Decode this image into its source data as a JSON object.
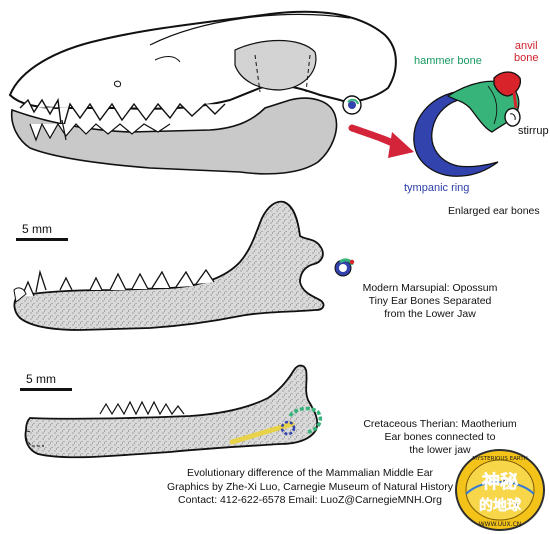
{
  "labels": {
    "hammer": "hammer bone",
    "anvil_line1": "anvil",
    "anvil_line2": "bone",
    "stirrup": "stirrup",
    "tympanic": "tympanic ring",
    "enlarged": "Enlarged ear bones"
  },
  "scales": {
    "top": "5 mm",
    "bottom": "5 mm"
  },
  "captions": {
    "opossum_line1": "Modern Marsupial: Opossum",
    "opossum_line2": "Tiny Ear Bones Separated",
    "opossum_line3": "from the Lower Jaw",
    "maotherium_line1": "Cretaceous Therian: Maotherium",
    "maotherium_line2": "Ear bones connected to",
    "maotherium_line3": "the lower jaw"
  },
  "footer": {
    "line1": "Evolutionary difference of the Mammalian Middle Ear",
    "line2": "Graphics by Zhe-Xi Luo, Carnegie Museum of Natural History",
    "line3": "Contact: 412-622-6578 Email: LuoZ@CarnegieMNH.Org"
  },
  "stamp": {
    "ring_text": "MYSTERIOUS EARTH",
    "chars_top": "神秘",
    "chars_bottom": "的地球",
    "url": "WWW.UUX.CN"
  },
  "colors": {
    "hammer": "#37b47a",
    "anvil": "#d8232a",
    "stirrup": "#ffffff",
    "tympanic": "#3343ad",
    "arrow": "#d4243a",
    "bone_gray": "#c8c8c8",
    "stamp_yellow": "#f3c31a"
  }
}
